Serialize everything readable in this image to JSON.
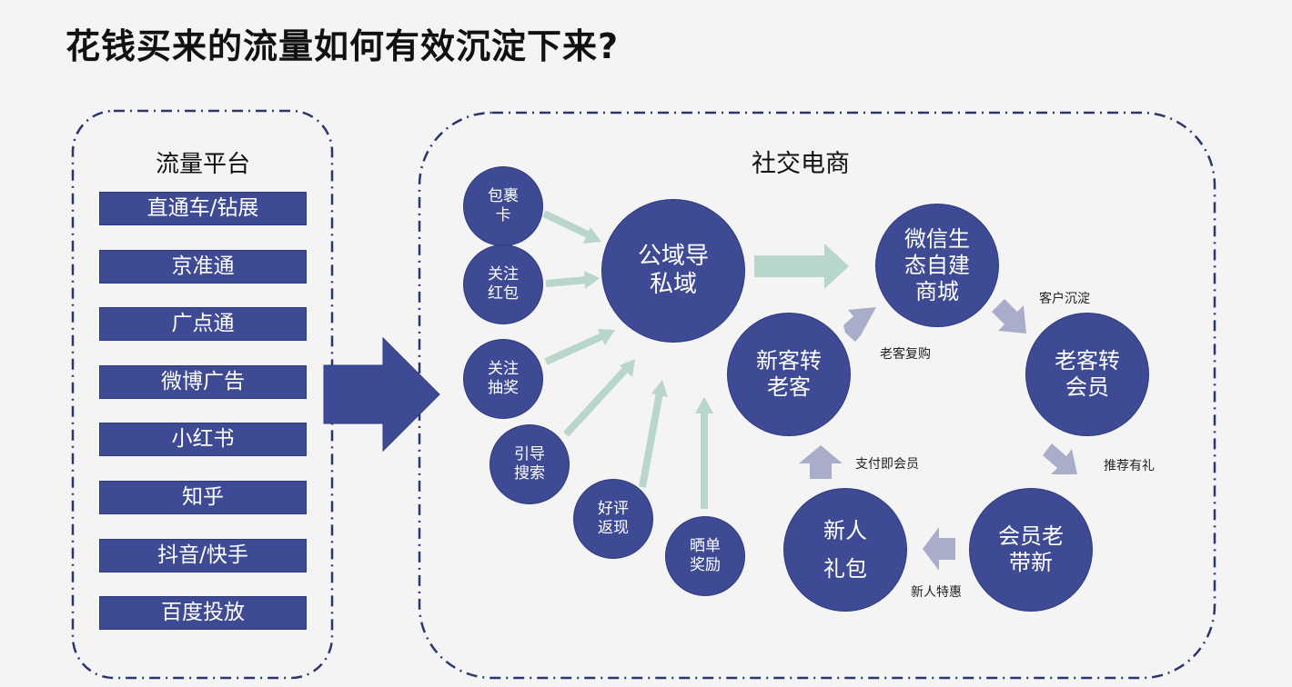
{
  "title": "花钱买来的流量如何有效沉淀下来?",
  "traffic_platforms": {
    "heading": "流量平台",
    "items": [
      "直通车/钻展",
      "京准通",
      "广点通",
      "微博广告",
      "小红书",
      "知乎",
      "抖音/快手",
      "百度投放"
    ]
  },
  "social_ecommerce": {
    "heading": "社交电商",
    "sources": {
      "parcel_card": "包裹\n卡",
      "follow_redpacket": "关注\n红包",
      "follow_lottery": "关注\n抽奖",
      "guide_search": "引导\n搜索",
      "review_cashback": "好评\n返现",
      "showcase_reward": "晒单\n奖励"
    },
    "hub": "公域导\n私域",
    "cycle": {
      "wechat_mall": "微信生\n态自建\n商城",
      "old_to_member": "老客转\n会员",
      "member_referral": "会员老\n带新",
      "newcomer_gift": "新人\n礼包",
      "new_to_old": "新客转\n老客"
    },
    "edge_labels": {
      "customer_retention": "客户沉淀",
      "referral_gift": "推荐有礼",
      "newcomer_discount": "新人特惠",
      "pay_as_member": "支付即会员",
      "repurchase": "老客复购"
    }
  },
  "colors": {
    "node_fill": "#3e4b94",
    "arrow_green": "#b8d6c9",
    "arrow_gray": "#a9adc9",
    "border_dash": "#2c3570"
  }
}
